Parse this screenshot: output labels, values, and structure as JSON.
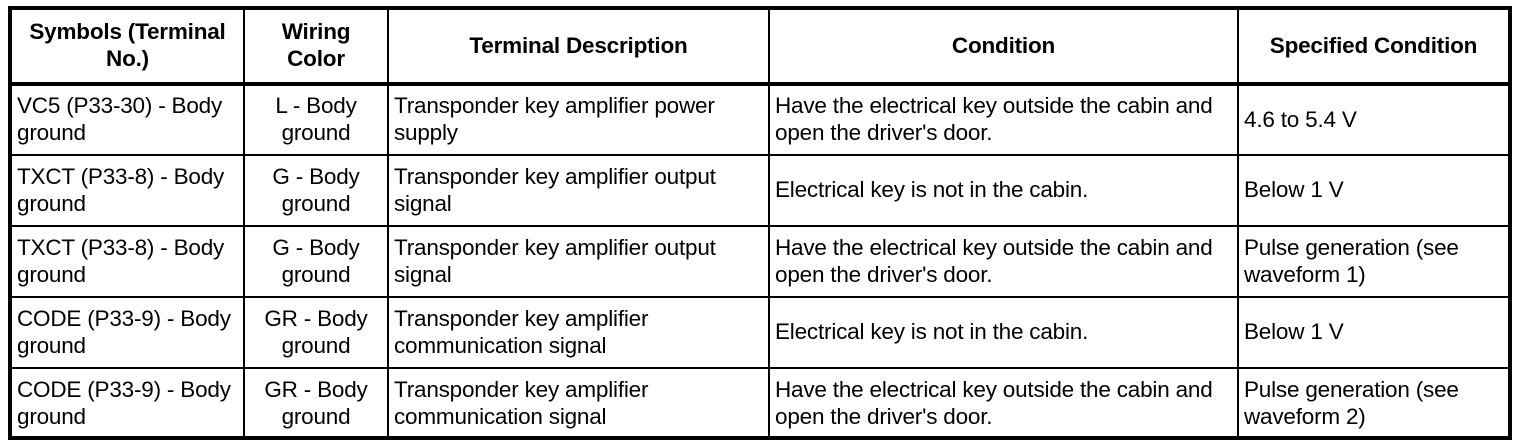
{
  "table": {
    "columns": [
      {
        "key": "symbols",
        "label": "Symbols (Terminal No.)"
      },
      {
        "key": "wiring",
        "label": "Wiring Color"
      },
      {
        "key": "desc",
        "label": "Terminal Description"
      },
      {
        "key": "cond",
        "label": "Condition"
      },
      {
        "key": "spec",
        "label": "Specified Condition"
      }
    ],
    "rows": [
      {
        "symbols": "VC5 (P33-30) - Body ground",
        "wiring": "L - Body ground",
        "desc": "Transponder key amplifier power supply",
        "cond": "Have the electrical key outside the cabin and open the driver's door.",
        "spec": "4.6 to 5.4 V"
      },
      {
        "symbols": "TXCT (P33-8) - Body ground",
        "wiring": "G - Body ground",
        "desc": "Transponder key amplifier output signal",
        "cond": "Electrical key is not in the cabin.",
        "spec": "Below 1 V"
      },
      {
        "symbols": "TXCT (P33-8) - Body ground",
        "wiring": "G - Body ground",
        "desc": "Transponder key amplifier output signal",
        "cond": "Have the electrical key outside the cabin and open the driver's door.",
        "spec": "Pulse generation (see waveform 1)"
      },
      {
        "symbols": "CODE (P33-9) - Body ground",
        "wiring": "GR - Body ground",
        "desc": "Transponder key amplifier communication signal",
        "cond": "Electrical key is not in the cabin.",
        "spec": "Below 1 V"
      },
      {
        "symbols": "CODE (P33-9) - Body ground",
        "wiring": "GR - Body ground",
        "desc": "Transponder key amplifier communication signal",
        "cond": "Have the electrical key outside the cabin and open the driver's door.",
        "spec": "Pulse generation (see waveform 2)"
      }
    ]
  }
}
